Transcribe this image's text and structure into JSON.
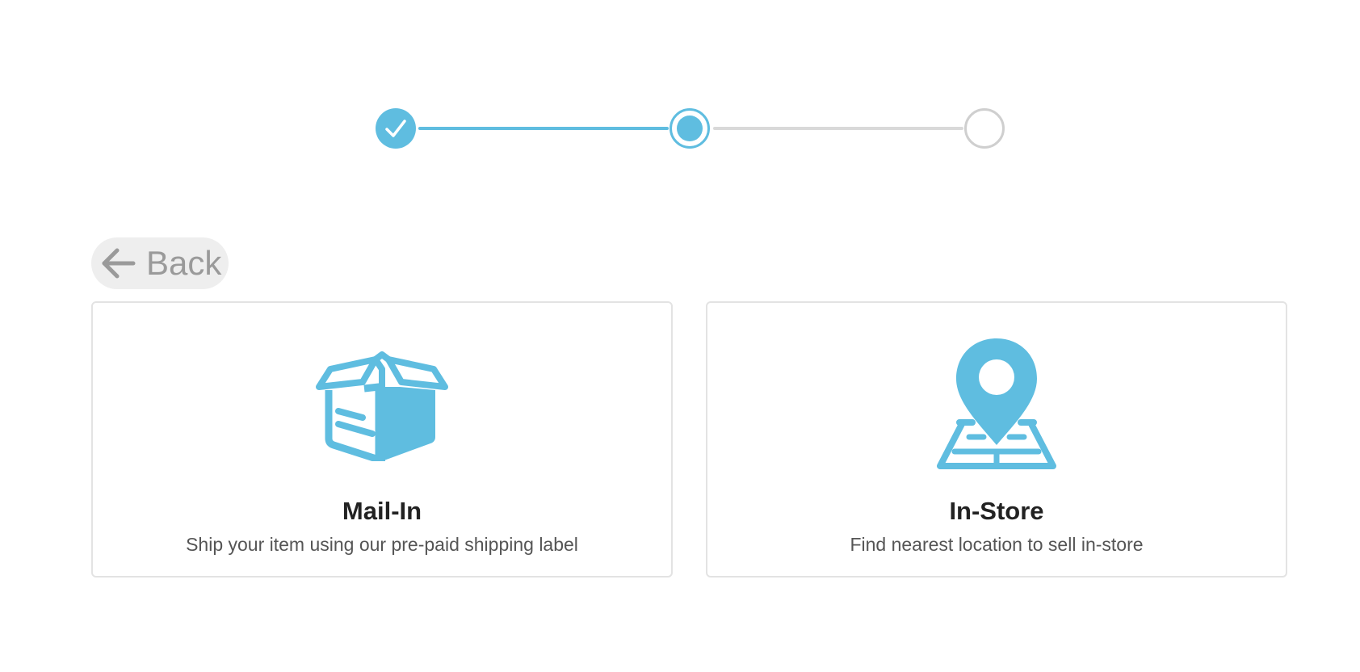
{
  "colors": {
    "accent": "#5fbde0",
    "inactive": "#d9d9d9",
    "back_bg": "#eeeeee",
    "back_text": "#9a9a9a",
    "card_border": "#e3e3e3",
    "title_text": "#222222",
    "desc_text": "#555555"
  },
  "stepper": {
    "steps": [
      {
        "state": "completed",
        "icon": "check-icon"
      },
      {
        "state": "current"
      },
      {
        "state": "upcoming"
      }
    ]
  },
  "back_button": {
    "label": "Back",
    "icon": "arrow-left-icon"
  },
  "options": [
    {
      "icon": "open-box-icon",
      "title": "Mail-In",
      "description": "Ship your item using our pre-paid shipping label"
    },
    {
      "icon": "map-pin-icon",
      "title": "In-Store",
      "description": "Find nearest location to sell in-store"
    }
  ]
}
